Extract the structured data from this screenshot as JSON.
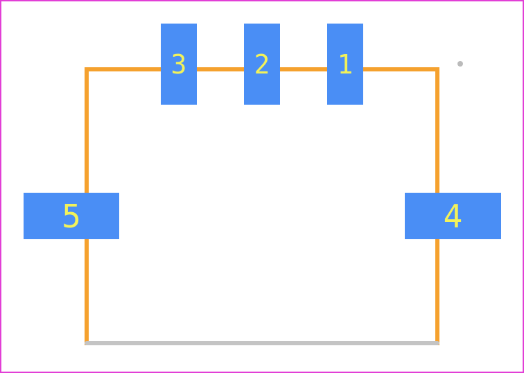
{
  "colors": {
    "background": "#ffffff",
    "board_outline": "#e23fd6",
    "silkscreen": "#f5a12e",
    "assembly_edge": "#c4c4c4",
    "pad_fill": "#4a8ef5",
    "pad_label": "#f2f25a",
    "origin_marker": "#bbbbbb"
  },
  "pads": [
    {
      "id": "pad-3",
      "label": "3",
      "size": "small"
    },
    {
      "id": "pad-2",
      "label": "2",
      "size": "small"
    },
    {
      "id": "pad-1",
      "label": "1",
      "size": "small"
    },
    {
      "id": "pad-5",
      "label": "5",
      "size": "large"
    },
    {
      "id": "pad-4",
      "label": "4",
      "size": "large"
    }
  ]
}
